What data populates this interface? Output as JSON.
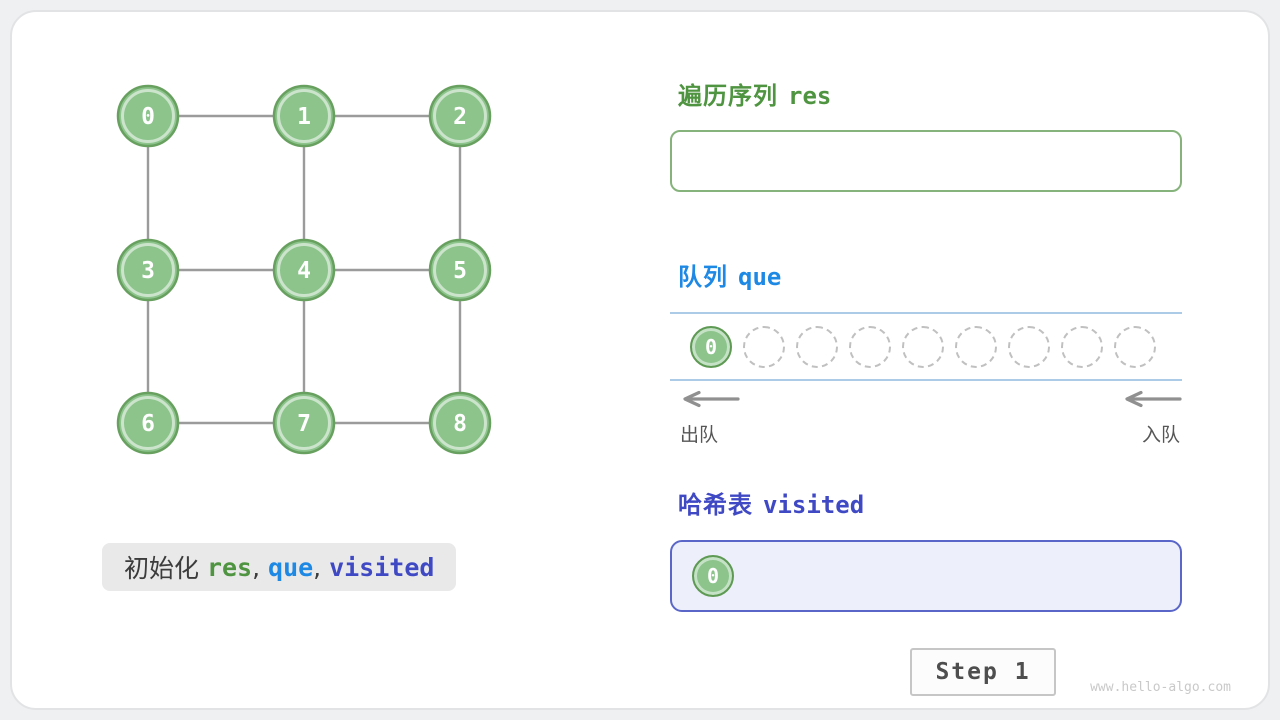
{
  "page": {
    "step_label": "Step 1",
    "watermark": "www.hello-algo.com"
  },
  "colors": {
    "green_accent": "#4f9440",
    "blue_accent": "#1e88e5",
    "indigo_accent": "#4049c4",
    "node_fill": "#8cc48c"
  },
  "graph": {
    "node_labels": [
      "0",
      "1",
      "2",
      "3",
      "4",
      "5",
      "6",
      "7",
      "8"
    ],
    "edges": [
      [
        0,
        1
      ],
      [
        1,
        2
      ],
      [
        3,
        4
      ],
      [
        4,
        5
      ],
      [
        6,
        7
      ],
      [
        7,
        8
      ],
      [
        0,
        3
      ],
      [
        1,
        4
      ],
      [
        2,
        5
      ],
      [
        3,
        6
      ],
      [
        4,
        7
      ],
      [
        5,
        8
      ]
    ]
  },
  "sections": {
    "res": {
      "title_zh": "遍历序列",
      "title_code": "res",
      "items": []
    },
    "que": {
      "title_zh": "队列",
      "title_code": "que",
      "slots": [
        "0",
        "",
        "",
        "",
        "",
        "",
        "",
        "",
        ""
      ],
      "dequeue_label": "出队",
      "enqueue_label": "入队"
    },
    "visited": {
      "title_zh": "哈希表",
      "title_code": "visited",
      "items": [
        "0"
      ]
    }
  },
  "caption": {
    "segments": [
      {
        "text": "初始化 ",
        "color": "plain",
        "code": false
      },
      {
        "text": "res",
        "color": "green",
        "code": true
      },
      {
        "text": ", ",
        "color": "plain",
        "code": false
      },
      {
        "text": "que",
        "color": "blue",
        "code": true
      },
      {
        "text": ", ",
        "color": "plain",
        "code": false
      },
      {
        "text": "visited",
        "color": "indigo",
        "code": true
      }
    ]
  }
}
